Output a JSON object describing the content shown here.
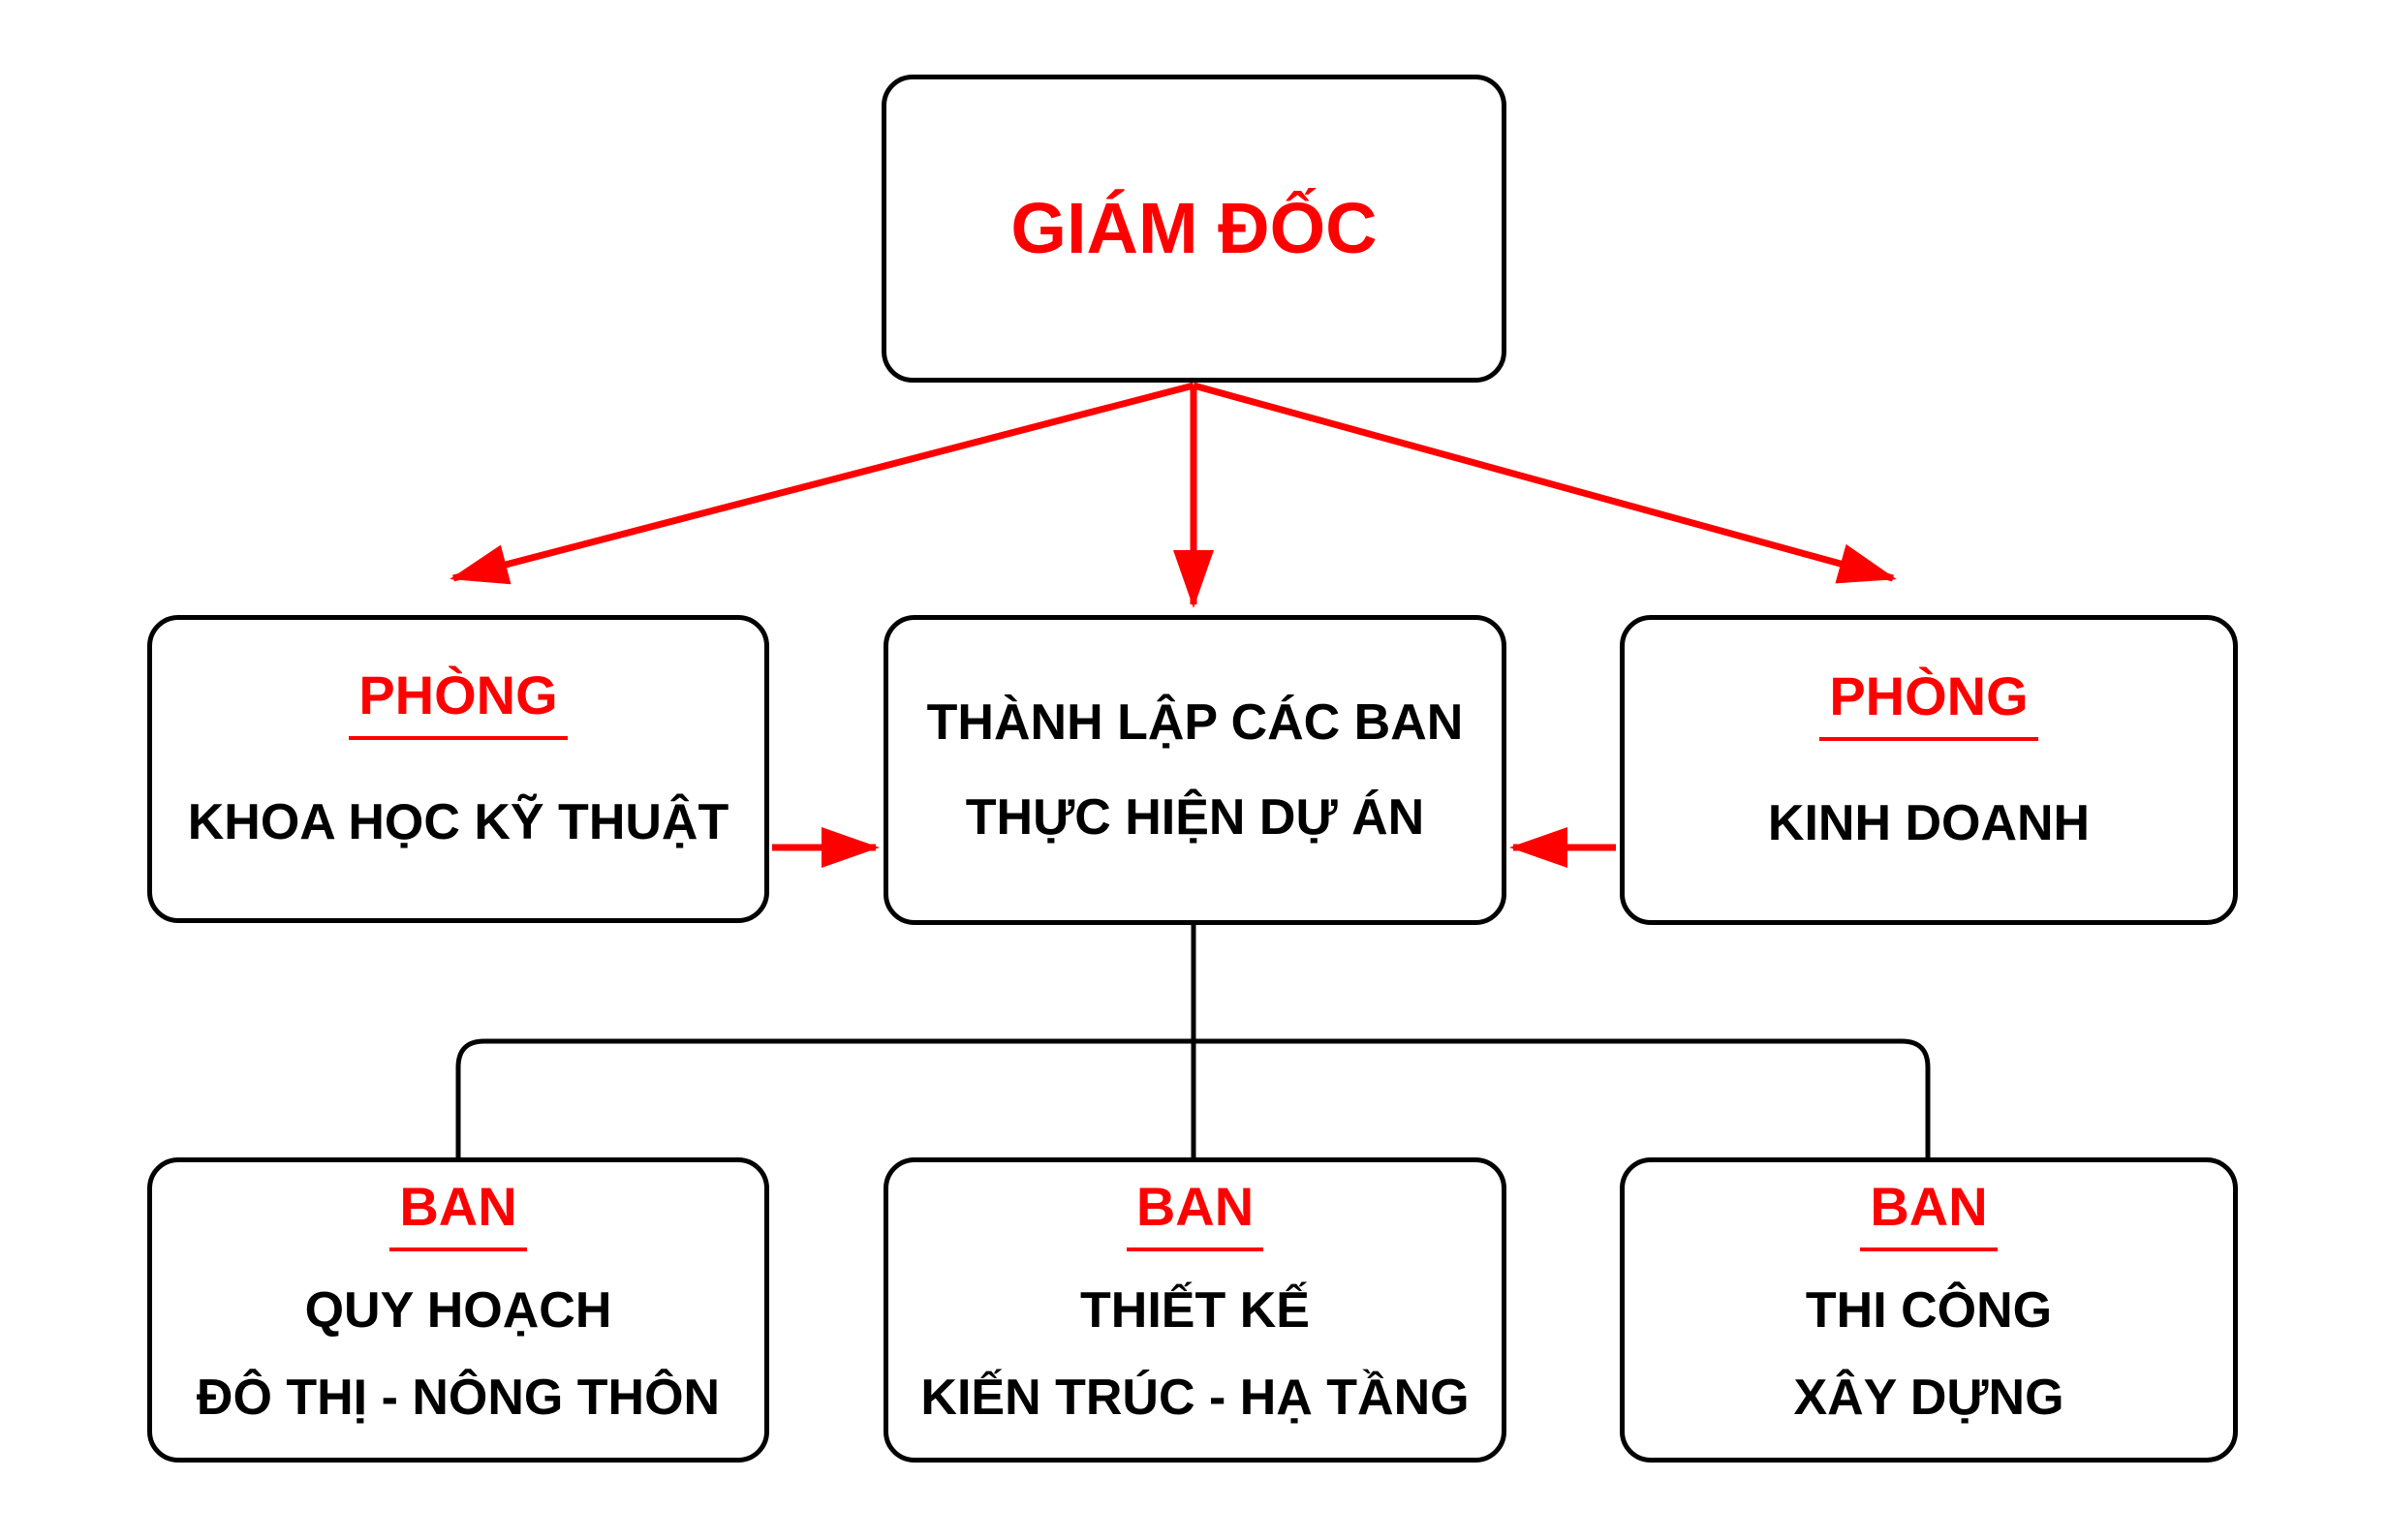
{
  "colors": {
    "accent_red": "#ff0000",
    "line_black": "#000000",
    "background": "#ffffff"
  },
  "nodes": {
    "director": {
      "title": "GIÁM ĐỐC"
    },
    "dept_science": {
      "label": "PHÒNG",
      "name": "KHOA HỌC KỸ THUẬT"
    },
    "project_boards": {
      "line1": "THÀNH LẬP CÁC BAN",
      "line2": "THỰC HIỆN DỰ ÁN"
    },
    "dept_business": {
      "label": "PHÒNG",
      "name": "KINH DOANH"
    },
    "board_planning": {
      "label": "BAN",
      "line1": "QUY HOẠCH",
      "line2": "ĐÔ THỊ - NÔNG THÔN"
    },
    "board_design": {
      "label": "BAN",
      "line1": "THIẾT KẾ",
      "line2": "KIẾN TRÚC - HẠ TẦNG"
    },
    "board_construction": {
      "label": "BAN",
      "line1": "THI CÔNG",
      "line2": "XÂY DỰNG"
    }
  }
}
